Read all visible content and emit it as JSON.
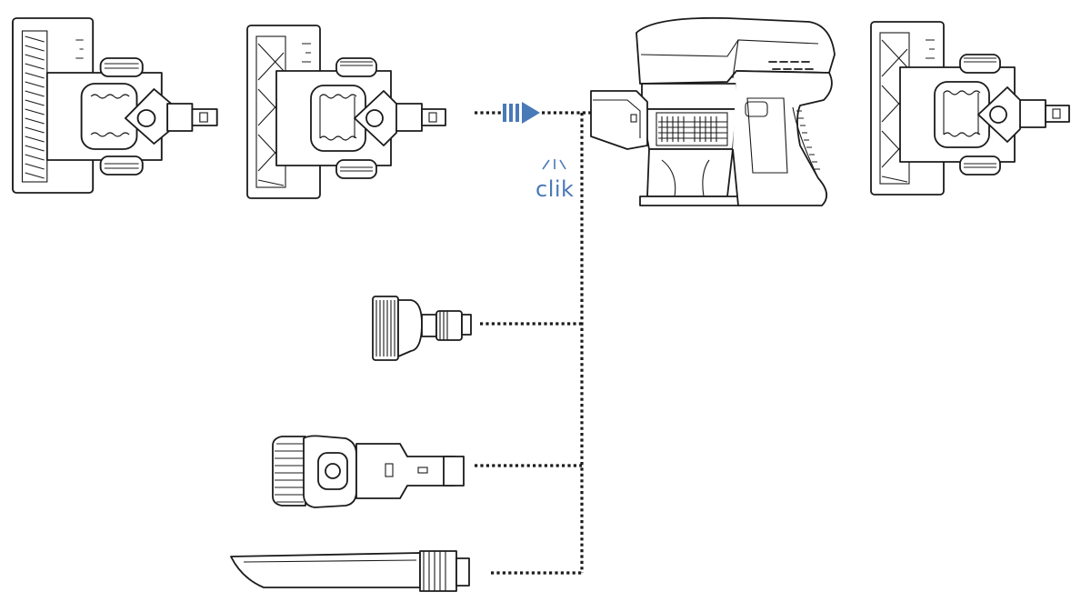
{
  "labels": {
    "click_text": "clik"
  },
  "colors": {
    "accent": "#4a79b8",
    "line": "#1b1b1b",
    "background": "#ffffff"
  },
  "parts": [
    {
      "name": "floor-brush-head-side-view",
      "icon": "floor-brush-icon"
    },
    {
      "name": "floor-brush-head",
      "icon": "floor-brush-icon"
    },
    {
      "name": "vacuum-main-unit",
      "icon": "handheld-vacuum-icon"
    },
    {
      "name": "attached-floor-brush-head",
      "icon": "floor-brush-icon"
    },
    {
      "name": "small-brush-tool",
      "icon": "brush-tool-icon"
    },
    {
      "name": "combination-dusting-brush",
      "icon": "dusting-brush-icon"
    },
    {
      "name": "crevice-tool",
      "icon": "crevice-tool-icon"
    }
  ],
  "icons": {
    "arrow": "right-arrow-icon",
    "click": "click-sparks-icon"
  }
}
